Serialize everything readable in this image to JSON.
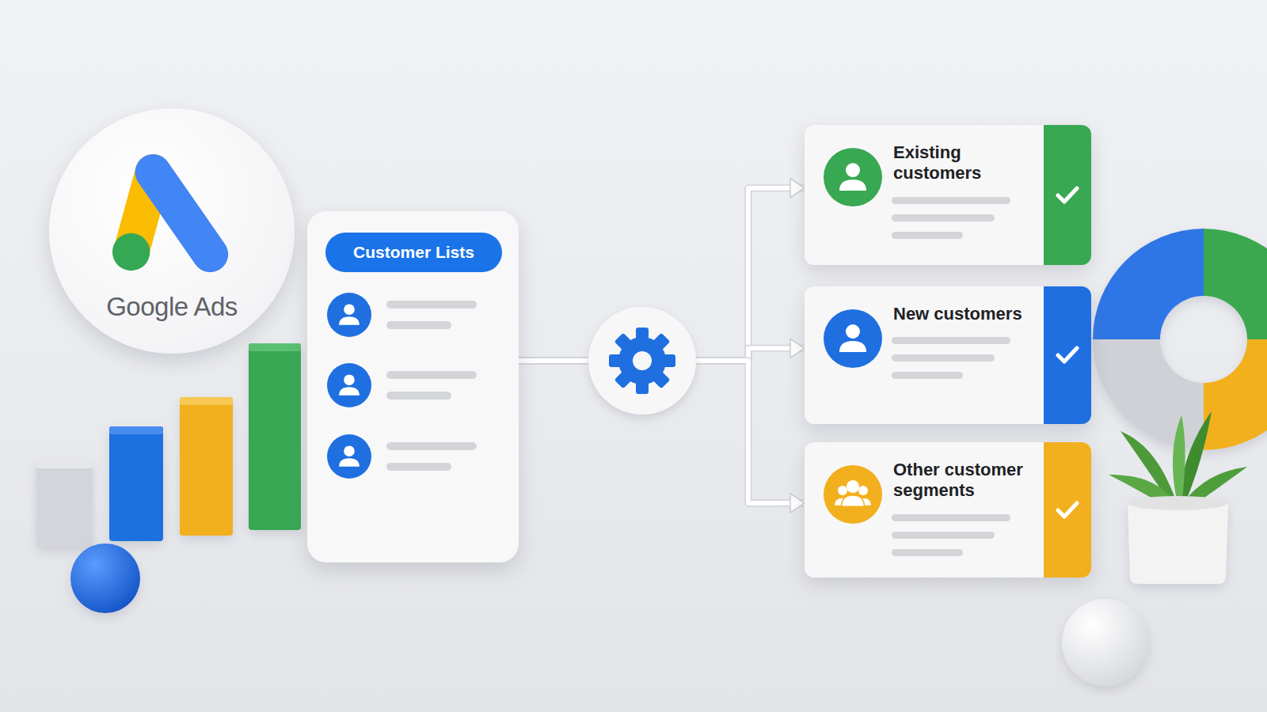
{
  "diagram": {
    "nodes": [
      {
        "text": [
          "Google Ads"
        ]
      },
      {
        "text": [
          "Customer Lists"
        ]
      },
      {
        "text": [
          "Existing customers"
        ]
      },
      {
        "text": [
          "New customers"
        ]
      },
      {
        "text": [
          "Other customer segments"
        ]
      }
    ],
    "edges": [
      {
        "from": 1,
        "to": 2,
        "arrow": "to"
      },
      {
        "from": 1,
        "to": 3,
        "arrow": "to"
      },
      {
        "from": 1,
        "to": 4,
        "arrow": "to"
      }
    ]
  }
}
